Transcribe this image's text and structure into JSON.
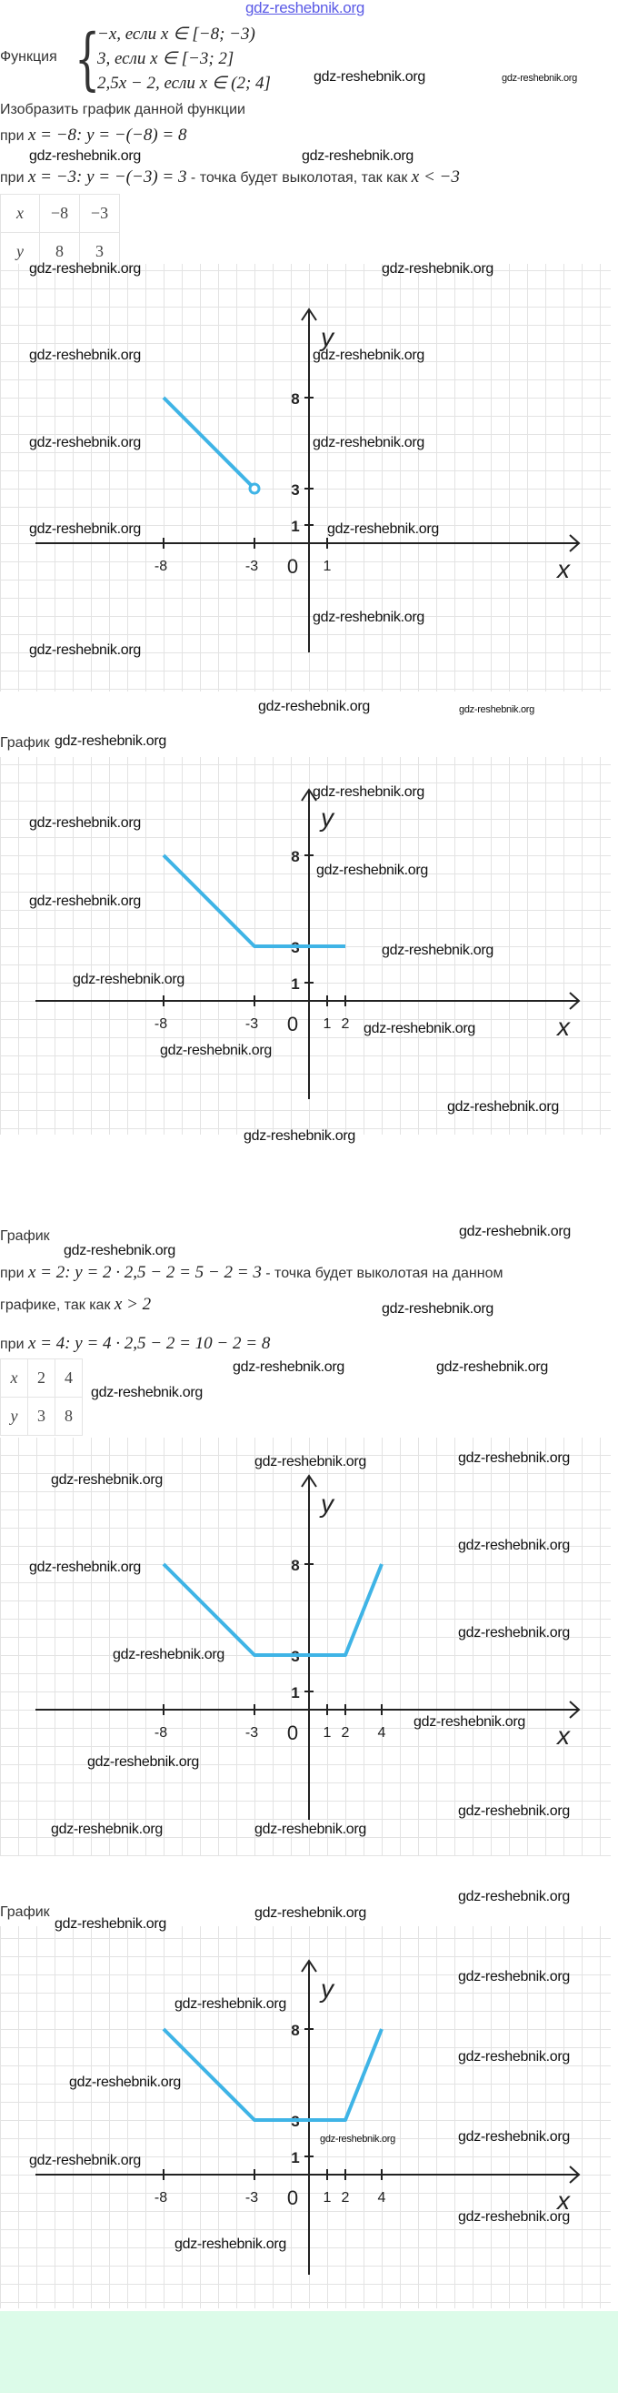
{
  "watermark": "gdz-reshebnik.org",
  "function": {
    "label": "Функция",
    "cases": [
      "−x,  если x ∈ [−8; −3)",
      "3,  если x ∈ [−3; 2]",
      "2,5x − 2,  если x ∈ (2; 4]"
    ]
  },
  "task": "Изобразить график данной функции",
  "step1": {
    "prefix": "при",
    "math": "x = −8: y = −(−8) = 8"
  },
  "step2": {
    "prefix": "при",
    "math": "x = −3: y = −(−3) = 3",
    "suffix": " - точка будет выколотая, так как",
    "cond": "x  <  −3"
  },
  "table1": {
    "x_label": "x",
    "y_label": "y",
    "x": [
      "−8",
      "−3"
    ],
    "y": [
      "8",
      "3"
    ]
  },
  "graph_label_1": "График",
  "graph_label_2": "График",
  "step3": {
    "prefix": "при",
    "math": "x = 2: y = 2 · 2,5 − 2 = 5 − 2 = 3",
    "suffix": " - точка будет выколотая на данном"
  },
  "step3b": {
    "prefix": "графике, так как",
    "cond": "x  >  2"
  },
  "step4": {
    "prefix": "при",
    "math": "x = 4: y = 4 · 2,5 − 2 = 10 − 2 = 8"
  },
  "table2": {
    "x_label": "x",
    "y_label": "y",
    "x": [
      "2",
      "4"
    ],
    "y": [
      "3",
      "8"
    ]
  },
  "graph_label_3": "График",
  "colors": {
    "line": "#3fb4e6",
    "axis": "#222222",
    "grid": "#e3e3e3"
  },
  "chart_data": [
    {
      "type": "line",
      "xlabel": "x",
      "ylabel": "y",
      "origin_label": "0",
      "x_ticks": [
        -8,
        -3,
        1
      ],
      "y_ticks": [
        1,
        3,
        8
      ],
      "segments": [
        [
          [
            -8,
            8
          ],
          [
            -3,
            3
          ]
        ]
      ],
      "open_points": [
        [
          -3,
          3
        ]
      ]
    },
    {
      "type": "line",
      "xlabel": "x",
      "ylabel": "y",
      "origin_label": "0",
      "x_ticks": [
        -8,
        -3,
        1,
        2
      ],
      "y_ticks": [
        1,
        3,
        8
      ],
      "segments": [
        [
          [
            -8,
            8
          ],
          [
            -3,
            3
          ],
          [
            2,
            3
          ]
        ]
      ],
      "open_points": []
    },
    {
      "type": "line",
      "xlabel": "x",
      "ylabel": "y",
      "origin_label": "0",
      "x_ticks": [
        -8,
        -3,
        1,
        2,
        4
      ],
      "y_ticks": [
        1,
        3,
        8
      ],
      "segments": [
        [
          [
            -8,
            8
          ],
          [
            -3,
            3
          ],
          [
            2,
            3
          ],
          [
            4,
            8
          ]
        ]
      ],
      "open_points": []
    },
    {
      "type": "line",
      "xlabel": "x",
      "ylabel": "y",
      "origin_label": "0",
      "x_ticks": [
        -8,
        -3,
        1,
        2,
        4
      ],
      "y_ticks": [
        1,
        3,
        8
      ],
      "segments": [
        [
          [
            -8,
            8
          ],
          [
            -3,
            3
          ],
          [
            2,
            3
          ],
          [
            4,
            8
          ]
        ]
      ],
      "open_points": []
    }
  ]
}
